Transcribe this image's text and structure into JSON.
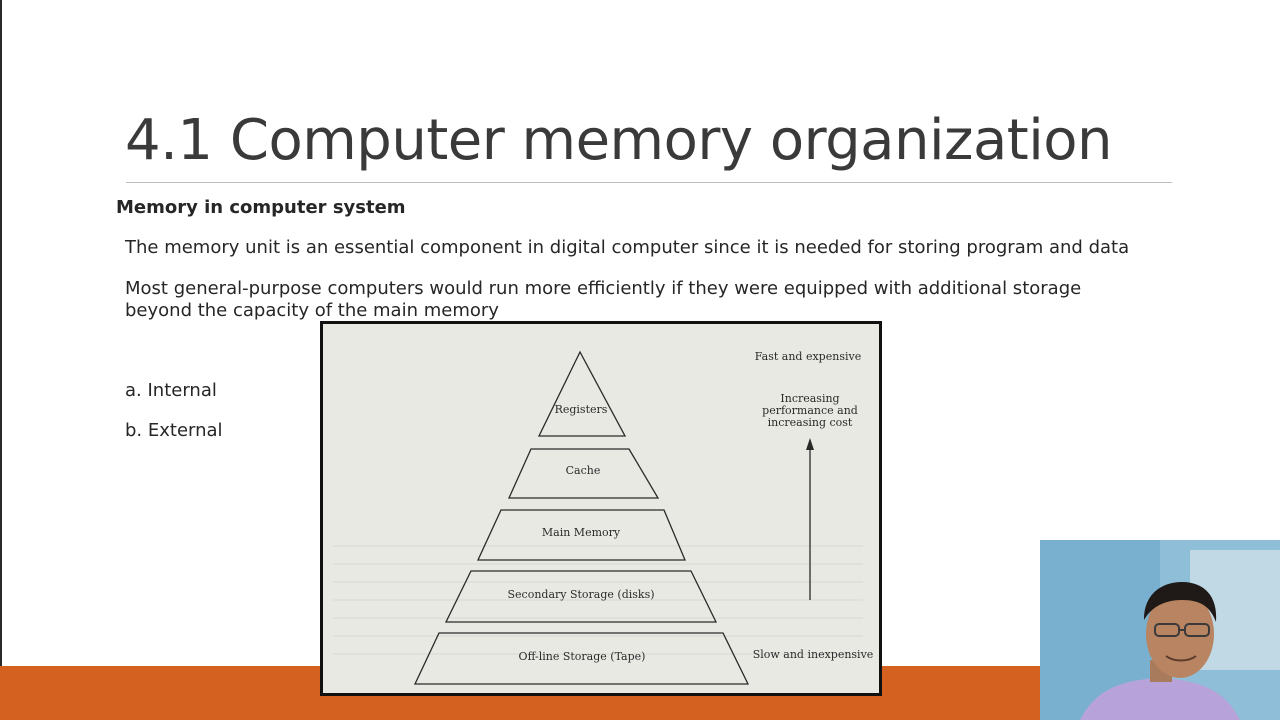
{
  "slide": {
    "title": "4.1 Computer memory organization",
    "section_heading": "Memory in computer system",
    "paragraphs": [
      "The memory unit is an essential component in digital computer since it is needed for storing program and data",
      "Most general-purpose computers would run more efficiently if they were equipped with additional storage beyond the capacity of the main memory"
    ],
    "list_items": [
      "a. Internal",
      "b. External"
    ]
  },
  "figure": {
    "levels": [
      "Registers",
      "Cache",
      "Main Memory",
      "Secondary Storage (disks)",
      "Off-line Storage (Tape)"
    ],
    "top_label": "Fast and expensive",
    "arrow_label": "Increasing performance and increasing cost",
    "bottom_label": "Slow and inexpensive"
  },
  "colors": {
    "accent_band": "#d4611f",
    "title_text": "#3a3a3a",
    "figure_background": "#e9e9e4"
  }
}
